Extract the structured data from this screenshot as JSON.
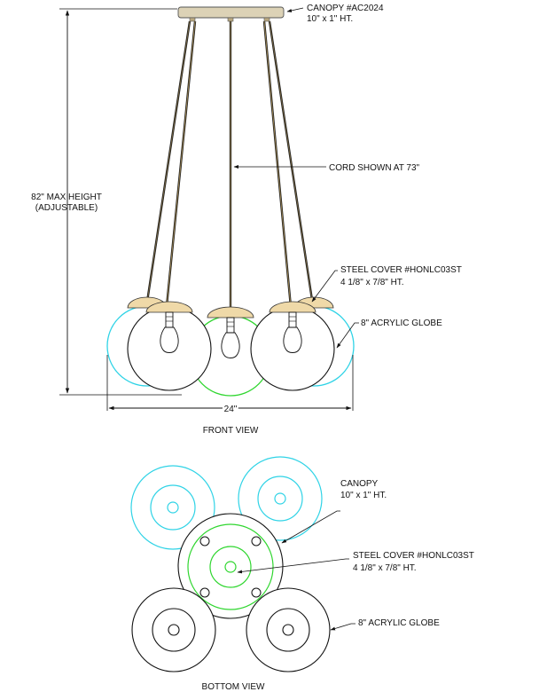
{
  "front": {
    "canopy_label_1": "CANOPY #AC2024",
    "canopy_label_2": "10\" x 1\" HT.",
    "cord_label": "CORD SHOWN AT 73\"",
    "height_label_1": "82\" MAX HEIGHT",
    "height_label_2": "(ADJUSTABLE)",
    "cover_label_1": "STEEL COVER #HONLC03ST",
    "cover_label_2": "4 1/8\" x 7/8\" HT.",
    "globe_label": "8\" ACRYLIC GLOBE",
    "width_label": "24\"",
    "caption": "FRONT VIEW"
  },
  "bottom": {
    "canopy_label_1": "CANOPY",
    "canopy_label_2": "10\" x 1\" HT.",
    "cover_label_1": "STEEL COVER #HONLC03ST",
    "cover_label_2": "4 1/8\" x 7/8\" HT.",
    "globe_label": "8\" ACRYLIC GLOBE",
    "caption": "BOTTOM VIEW"
  },
  "colors": {
    "line": "#111111",
    "cyan": "#2fd3e6",
    "green": "#2fd62f",
    "brass": "#efd9a8",
    "canopy_fill": "#dcd2b6",
    "cord": "#7a6840"
  }
}
